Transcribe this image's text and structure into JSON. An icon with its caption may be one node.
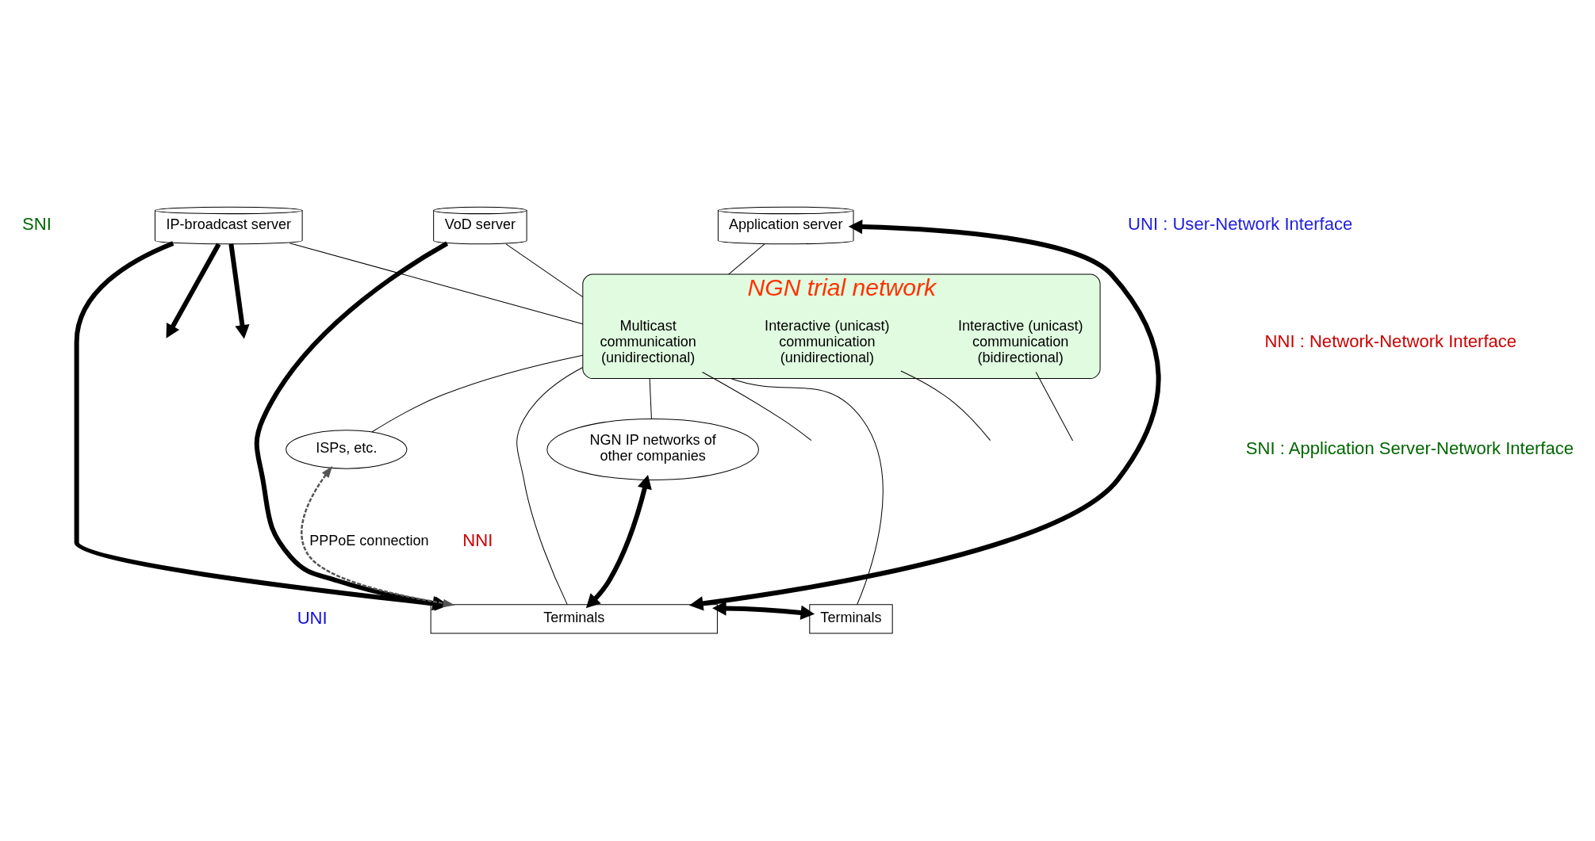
{
  "diagram": {
    "nodes": [
      {
        "text": [
          "IP-broadcast server"
        ]
      },
      {
        "text": [
          "VoD server"
        ]
      },
      {
        "text": [
          "Application server"
        ]
      },
      {
        "text": [
          "NGN trial network"
        ]
      },
      {
        "text": [
          "Multicast communication (unidirectional)"
        ],
        "in": 3
      },
      {
        "text": [
          "Interactive (unicast) communication (unidirectional)"
        ],
        "in": 3
      },
      {
        "text": [
          "Interactive (unicast) communication (bidirectional)"
        ],
        "in": 3
      },
      {
        "text": [
          "NGN IP networks of other companies"
        ]
      },
      {
        "text": [
          "ISPs, etc."
        ]
      },
      {
        "text": [
          "Terminals"
        ]
      },
      {
        "text": [
          "Terminals"
        ]
      }
    ],
    "edges": [
      {
        "from": 0,
        "to": 9,
        "arrow": "to",
        "style": "thick"
      },
      {
        "from": 0,
        "to": null,
        "arrow": "to",
        "style": "thick"
      },
      {
        "from": 0,
        "to": null,
        "arrow": "to",
        "style": "thick"
      },
      {
        "from": 1,
        "to": 9,
        "arrow": "to",
        "style": "thick"
      },
      {
        "from": 2,
        "to": 9,
        "arrow": "both",
        "style": "thick"
      },
      {
        "from": 7,
        "to": 9,
        "arrow": "both",
        "style": "thick"
      },
      {
        "from": 9,
        "to": 10,
        "arrow": "both",
        "style": "thick"
      },
      {
        "from": 8,
        "to": 9,
        "arrow": "both",
        "style": "dashed",
        "color": "#555555",
        "label": "PPPoE connection"
      },
      {
        "from": 4,
        "to": null,
        "arrow": "none"
      },
      {
        "from": 5,
        "to": null,
        "arrow": "none"
      },
      {
        "from": 6,
        "to": null,
        "arrow": "none"
      },
      {
        "from": 0,
        "to": 3,
        "arrow": "none"
      },
      {
        "from": 1,
        "to": 3,
        "arrow": "none"
      },
      {
        "from": 2,
        "to": 3,
        "arrow": "none"
      },
      {
        "from": 3,
        "to": 7,
        "arrow": "none"
      },
      {
        "from": 3,
        "to": 8,
        "arrow": "none"
      },
      {
        "from": 3,
        "to": 9,
        "arrow": "none"
      },
      {
        "from": 3,
        "to": 10,
        "arrow": "none"
      }
    ],
    "labels": [
      "UNI : User-Network Interface",
      "NNI : Network-Network Interface",
      "SNI : Application Server-Network Interface",
      "SNI",
      "UNI",
      "NNI"
    ]
  }
}
